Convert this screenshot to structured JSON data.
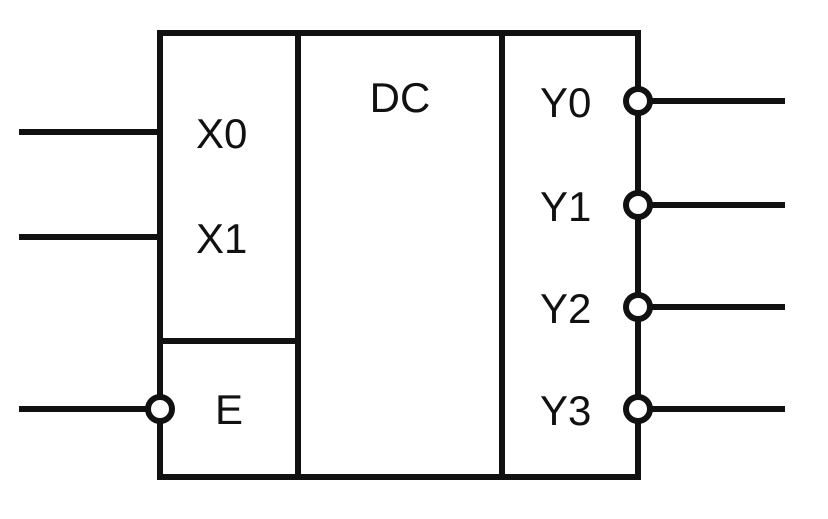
{
  "diagram": {
    "block_label": "DC",
    "inputs": [
      "X0",
      "X1"
    ],
    "enable": "E",
    "outputs": [
      "Y0",
      "Y1",
      "Y2",
      "Y3"
    ]
  },
  "colors": {
    "stroke": "#111111",
    "background": "#ffffff"
  }
}
